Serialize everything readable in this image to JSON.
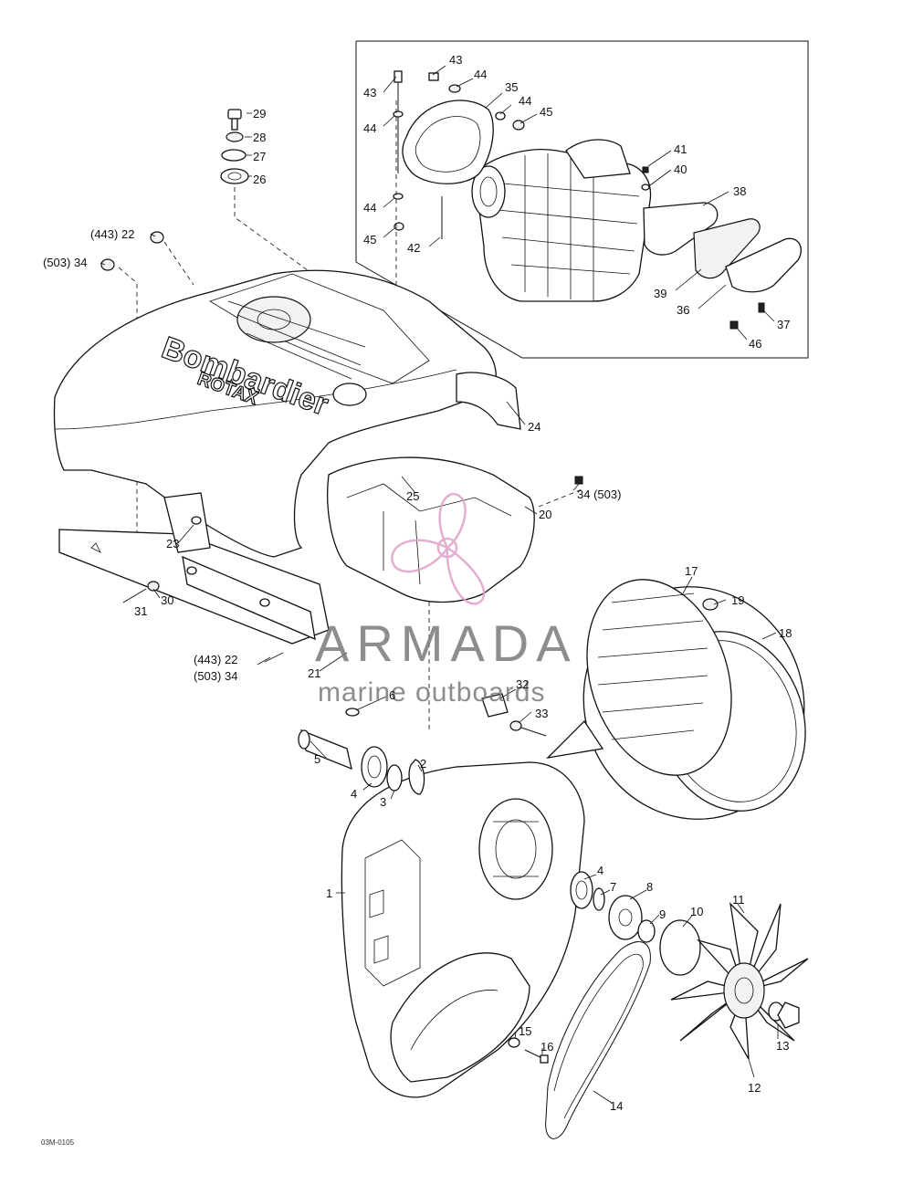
{
  "diagram": {
    "brand_text": "Bombardier",
    "brand_sub": "ROTAX",
    "drawing_code": "03M-0105",
    "watermark": {
      "name": "ARMADA",
      "tagline": "marine outboards",
      "logo_color": "#e0a0c8",
      "text_color": "#7a7a7a"
    },
    "callouts": [
      {
        "id": "c43a",
        "text": "43"
      },
      {
        "id": "c44a",
        "text": "44"
      },
      {
        "id": "c35",
        "text": "35"
      },
      {
        "id": "c44b",
        "text": "44"
      },
      {
        "id": "c45a",
        "text": "45"
      },
      {
        "id": "c43b",
        "text": "43"
      },
      {
        "id": "c44c",
        "text": "44"
      },
      {
        "id": "c44d",
        "text": "44"
      },
      {
        "id": "c45b",
        "text": "45"
      },
      {
        "id": "c42",
        "text": "42"
      },
      {
        "id": "c41",
        "text": "41"
      },
      {
        "id": "c40",
        "text": "40"
      },
      {
        "id": "c38",
        "text": "38"
      },
      {
        "id": "c39",
        "text": "39"
      },
      {
        "id": "c36",
        "text": "36"
      },
      {
        "id": "c37",
        "text": "37"
      },
      {
        "id": "c46",
        "text": "46"
      },
      {
        "id": "c29",
        "text": "29"
      },
      {
        "id": "c28",
        "text": "28"
      },
      {
        "id": "c27",
        "text": "27"
      },
      {
        "id": "c26",
        "text": "26"
      },
      {
        "id": "c443-22",
        "text": "(443) 22"
      },
      {
        "id": "c503-34",
        "text": "(503) 34"
      },
      {
        "id": "c24",
        "text": "24"
      },
      {
        "id": "c25",
        "text": "25"
      },
      {
        "id": "c34-503",
        "text": "34 (503)"
      },
      {
        "id": "c20",
        "text": "20"
      },
      {
        "id": "c23",
        "text": "23"
      },
      {
        "id": "c30",
        "text": "30"
      },
      {
        "id": "c31",
        "text": "31"
      },
      {
        "id": "c443-22b",
        "text": "(443) 22"
      },
      {
        "id": "c503-34b",
        "text": "(503) 34"
      },
      {
        "id": "c21",
        "text": "21"
      },
      {
        "id": "c17",
        "text": "17"
      },
      {
        "id": "c19",
        "text": "19"
      },
      {
        "id": "c18",
        "text": "18"
      },
      {
        "id": "c6",
        "text": "6"
      },
      {
        "id": "c32",
        "text": "32"
      },
      {
        "id": "c33",
        "text": "33"
      },
      {
        "id": "c5",
        "text": "5"
      },
      {
        "id": "c2",
        "text": "2"
      },
      {
        "id": "c4a",
        "text": "4"
      },
      {
        "id": "c3",
        "text": "3"
      },
      {
        "id": "c1",
        "text": "1"
      },
      {
        "id": "c4b",
        "text": "4"
      },
      {
        "id": "c7",
        "text": "7"
      },
      {
        "id": "c8",
        "text": "8"
      },
      {
        "id": "c9",
        "text": "9"
      },
      {
        "id": "c10",
        "text": "10"
      },
      {
        "id": "c11",
        "text": "11"
      },
      {
        "id": "c15",
        "text": "15"
      },
      {
        "id": "c16",
        "text": "16"
      },
      {
        "id": "c13",
        "text": "13"
      },
      {
        "id": "c12",
        "text": "12"
      },
      {
        "id": "c14",
        "text": "14"
      }
    ]
  }
}
